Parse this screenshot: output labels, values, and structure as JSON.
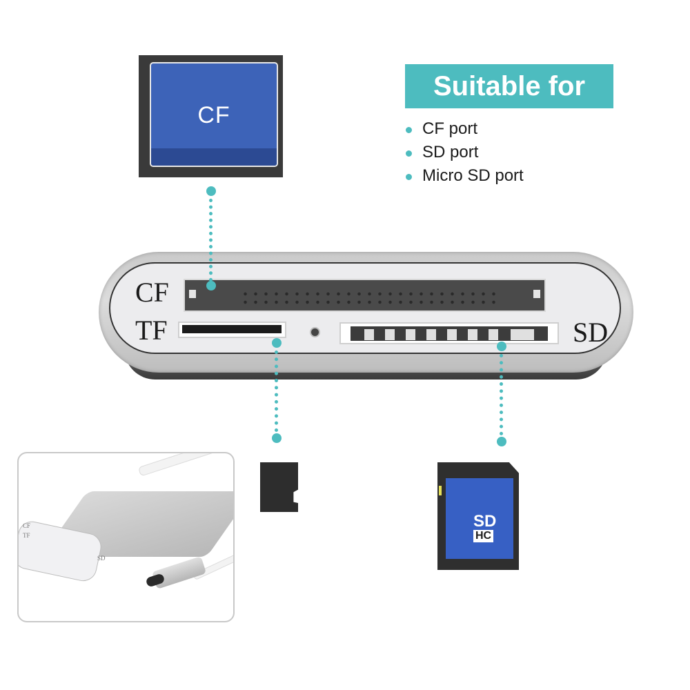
{
  "cf_card": {
    "label": "CF",
    "face_color": "#3d63b8",
    "frame_color": "#3a3a3a"
  },
  "suitable_for": {
    "title": "Suitable for",
    "accent_color": "#4dbcbf",
    "items": [
      {
        "label": "CF port"
      },
      {
        "label": "SD port"
      },
      {
        "label": "Micro SD port"
      }
    ]
  },
  "reader": {
    "slot_labels": {
      "cf": "CF",
      "tf": "TF",
      "sd": "SD"
    }
  },
  "sd_card": {
    "line1": "SD",
    "line2": "HC",
    "face_color": "#3760c4"
  },
  "inset_photo": {
    "labels": {
      "cf": "CF",
      "tf": "TF",
      "sd": "SD"
    },
    "icons": [
      "card-reader-photo",
      "usb-c-connector-icon"
    ]
  }
}
